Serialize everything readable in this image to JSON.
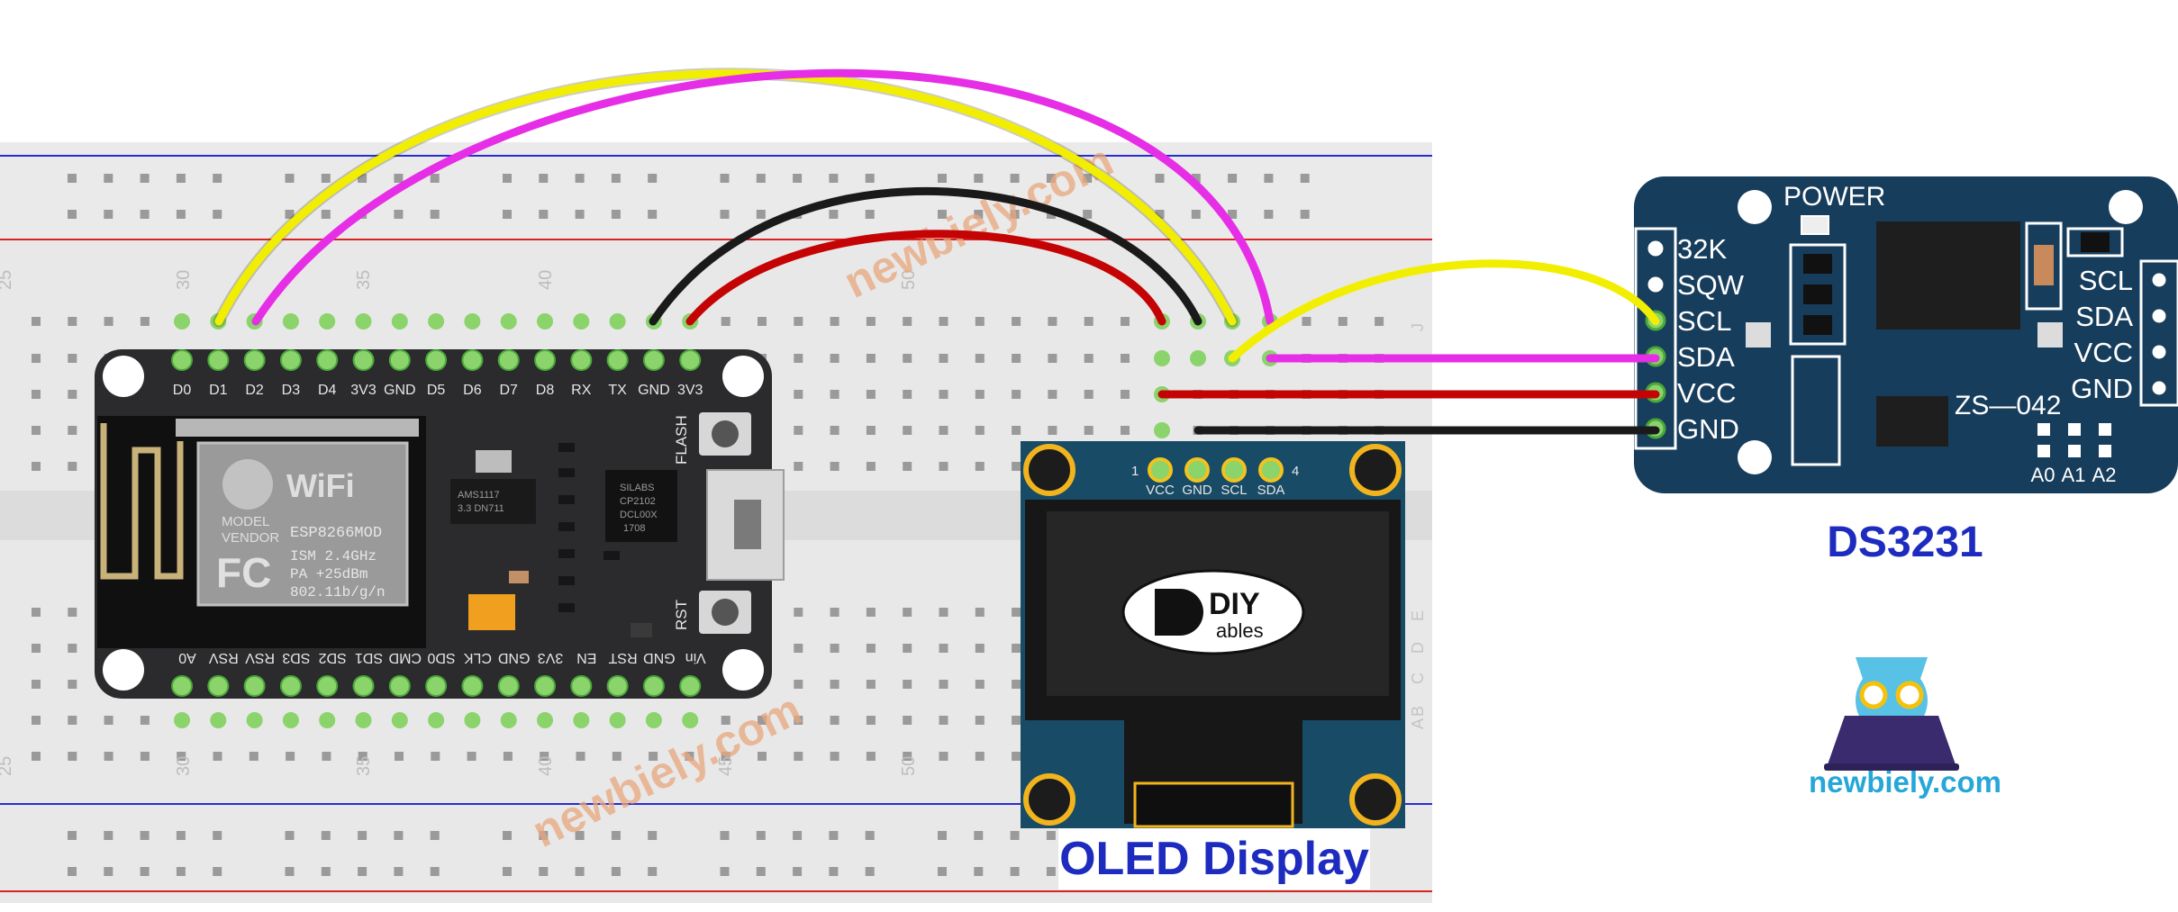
{
  "diagram": {
    "components": {
      "mcu": {
        "module_brand": "WiFi",
        "module_lines": [
          "MODEL",
          "VENDOR"
        ],
        "module_model": "ESP8266MOD",
        "module_specs": [
          "ISM 2.4GHz",
          "PA +25dBm",
          "802.11b/g/n"
        ],
        "fcc_mark": "FC",
        "top_pins": [
          "D0",
          "D1",
          "D2",
          "D3",
          "D4",
          "3V3",
          "GND",
          "D5",
          "D6",
          "D7",
          "D8",
          "RX",
          "TX",
          "GND",
          "3V3"
        ],
        "bottom_pins": [
          "A0",
          "RSV",
          "RSV",
          "SD3",
          "SD2",
          "SD1",
          "CMD",
          "SD0",
          "CLK",
          "GND",
          "3V3",
          "EN",
          "RST",
          "GND",
          "Vin"
        ],
        "button_flash": "FLASH",
        "button_rst": "RST",
        "chip_usb": [
          "SILABS",
          "CP2102",
          "DCL00X",
          "1708"
        ],
        "regulator": [
          "AMS1117",
          "3.3  DN711"
        ]
      },
      "rtc": {
        "title": "DS3231",
        "power_label": "POWER",
        "left_pins": [
          "32K",
          "SQW",
          "SCL",
          "SDA",
          "VCC",
          "GND"
        ],
        "right_pins": [
          "SCL",
          "SDA",
          "VCC",
          "GND"
        ],
        "eeprom_label": "ZS—042",
        "addr_labels": [
          "A0",
          "A1",
          "A2"
        ]
      },
      "oled": {
        "title": "OLED Display",
        "pins": [
          "VCC",
          "GND",
          "SCL",
          "SDA"
        ],
        "pin_numbers": [
          "1",
          "4"
        ],
        "logo_text": "DIY",
        "logo_subtext": "ables"
      }
    },
    "breadboard": {
      "column_numbers": [
        "30",
        "35",
        "40",
        "45",
        "50"
      ],
      "edge_numbers": [
        "25"
      ],
      "row_letters_top": [
        "J"
      ],
      "row_letters_bottom": [
        "E",
        "D",
        "C",
        "B",
        "A"
      ]
    },
    "wire_colors": {
      "yellow": "#f2ee02",
      "magenta": "#e62ee6",
      "black": "#1a1a1a",
      "red": "#c40404"
    },
    "watermarks": [
      "newbiely.com",
      "newbiely.com"
    ],
    "brand": {
      "name": "newbiely.com",
      "icon": "owl-laptop-icon"
    }
  }
}
